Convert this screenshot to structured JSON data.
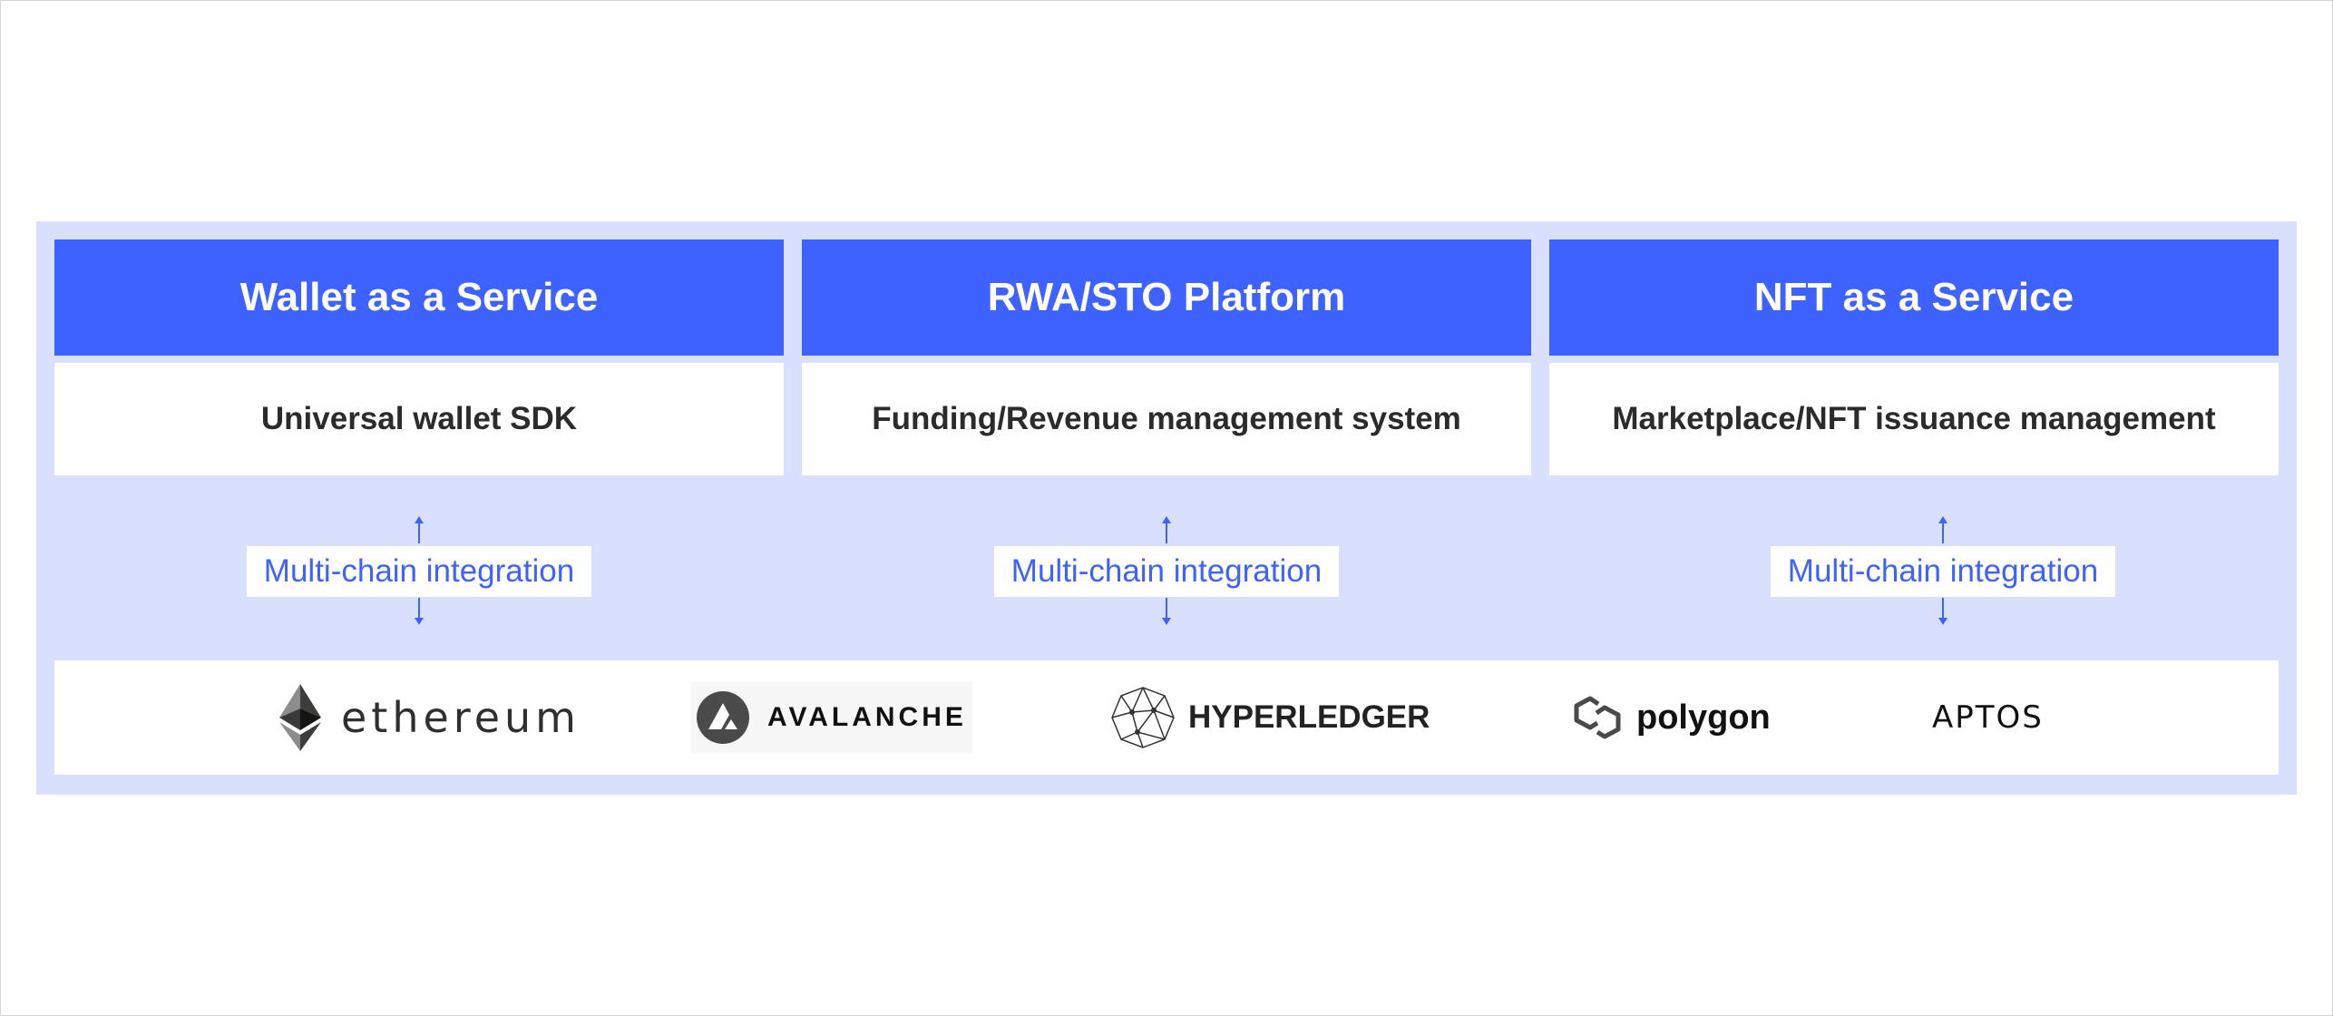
{
  "columns": [
    {
      "title": "Wallet as a Service",
      "subtitle": "Universal wallet SDK"
    },
    {
      "title": "RWA/STO Platform",
      "subtitle": "Funding/Revenue management system"
    },
    {
      "title": "NFT as a Service",
      "subtitle": "Marketplace/NFT issuance management"
    }
  ],
  "integrations": [
    {
      "label": "Multi-chain integration"
    },
    {
      "label": "Multi-chain integration"
    },
    {
      "label": "Multi-chain integration"
    }
  ],
  "logos": [
    {
      "icon": "ethereum-logo-icon",
      "text": "ethereum"
    },
    {
      "icon": "avalanche-logo-icon",
      "text": "AVALANCHE"
    },
    {
      "icon": "hyperledger-logo-icon",
      "text": "HYPERLEDGER"
    },
    {
      "icon": "polygon-logo-icon",
      "text": "polygon"
    },
    {
      "icon": "aptos-logo-icon",
      "text": "APTOS"
    }
  ],
  "colors": {
    "header_blue": "#3e62ff",
    "panel_bg": "#d9e0fd",
    "integration_text": "#3e62ff"
  }
}
